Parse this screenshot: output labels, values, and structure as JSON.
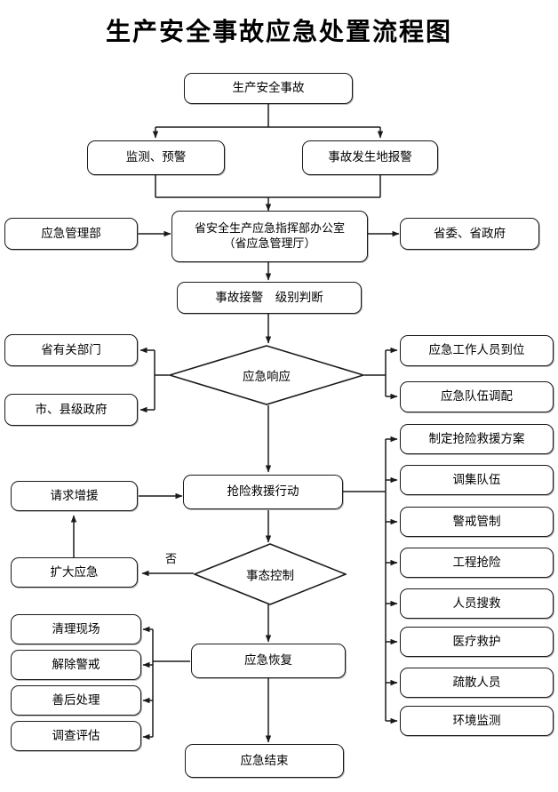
{
  "title": "生产安全事故应急处置流程图",
  "nodes": {
    "incident": "生产安全事故",
    "monitor_warning": "监测、预警",
    "site_alarm": "事故发生地报警",
    "emergency_ministry": "应急管理部",
    "provincial_office_line1": "省安全生产应急指挥部办公室",
    "provincial_office_line2": "（省应急管理厅）",
    "party_government": "省委、省政府",
    "alarm_grade": "事故接警　级别判断",
    "emergency_response": "应急响应",
    "provincial_departments": "省有关部门",
    "city_county_government": "市、县级政府",
    "staff_in_place": "应急工作人员到位",
    "team_allocation": "应急队伍调配",
    "rescue_plan": "制定抢险救援方案",
    "assemble_team": "调集队伍",
    "guard_control": "警戒管制",
    "engineering_rescue": "工程抢险",
    "personnel_search": "人员搜救",
    "medical_aid": "医疗救护",
    "evacuate_people": "疏散人员",
    "environment_monitor": "环境监测",
    "request_reinforcement": "请求增援",
    "rescue_action": "抢险救援行动",
    "expand_emergency": "扩大应急",
    "situation_control": "事态控制",
    "clean_site": "清理现场",
    "lift_guard": "解除警戒",
    "aftermath": "善后处理",
    "investigation": "调查评估",
    "emergency_recovery": "应急恢复",
    "emergency_end": "应急结束"
  },
  "edge_labels": {
    "no_branch": "否"
  },
  "colors": {
    "line": "#1a1a1a",
    "background": "#ffffff",
    "text": "#000000"
  }
}
